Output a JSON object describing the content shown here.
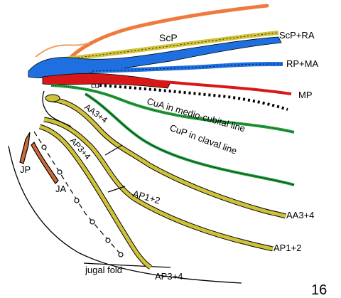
{
  "figure": {
    "number": "16",
    "labels": {
      "scp": "ScP",
      "scp_ra": "ScP+RA",
      "rp_ma": "RP+MA",
      "mp": "MP",
      "cu": "cu",
      "cua": "CuA in medio-cubital line",
      "cup": "CuP in claval line",
      "aa34_left": "AA3+4",
      "ap34_left": "AP3+4",
      "jp": "JP",
      "ja": "JA",
      "ap12_mid": "AP1+2",
      "aa34_right": "AA3+4",
      "ap12_right": "AP1+2",
      "jugal_fold": "jugal fold",
      "ap34_bottom": "AP3+4"
    },
    "colors": {
      "orange": "#f07a3c",
      "yellow": "#cfc23a",
      "blue": "#1e6fe0",
      "red": "#d81818",
      "green": "#1f9a3a",
      "brown": "#d06a3a",
      "ink": "#000000"
    }
  }
}
